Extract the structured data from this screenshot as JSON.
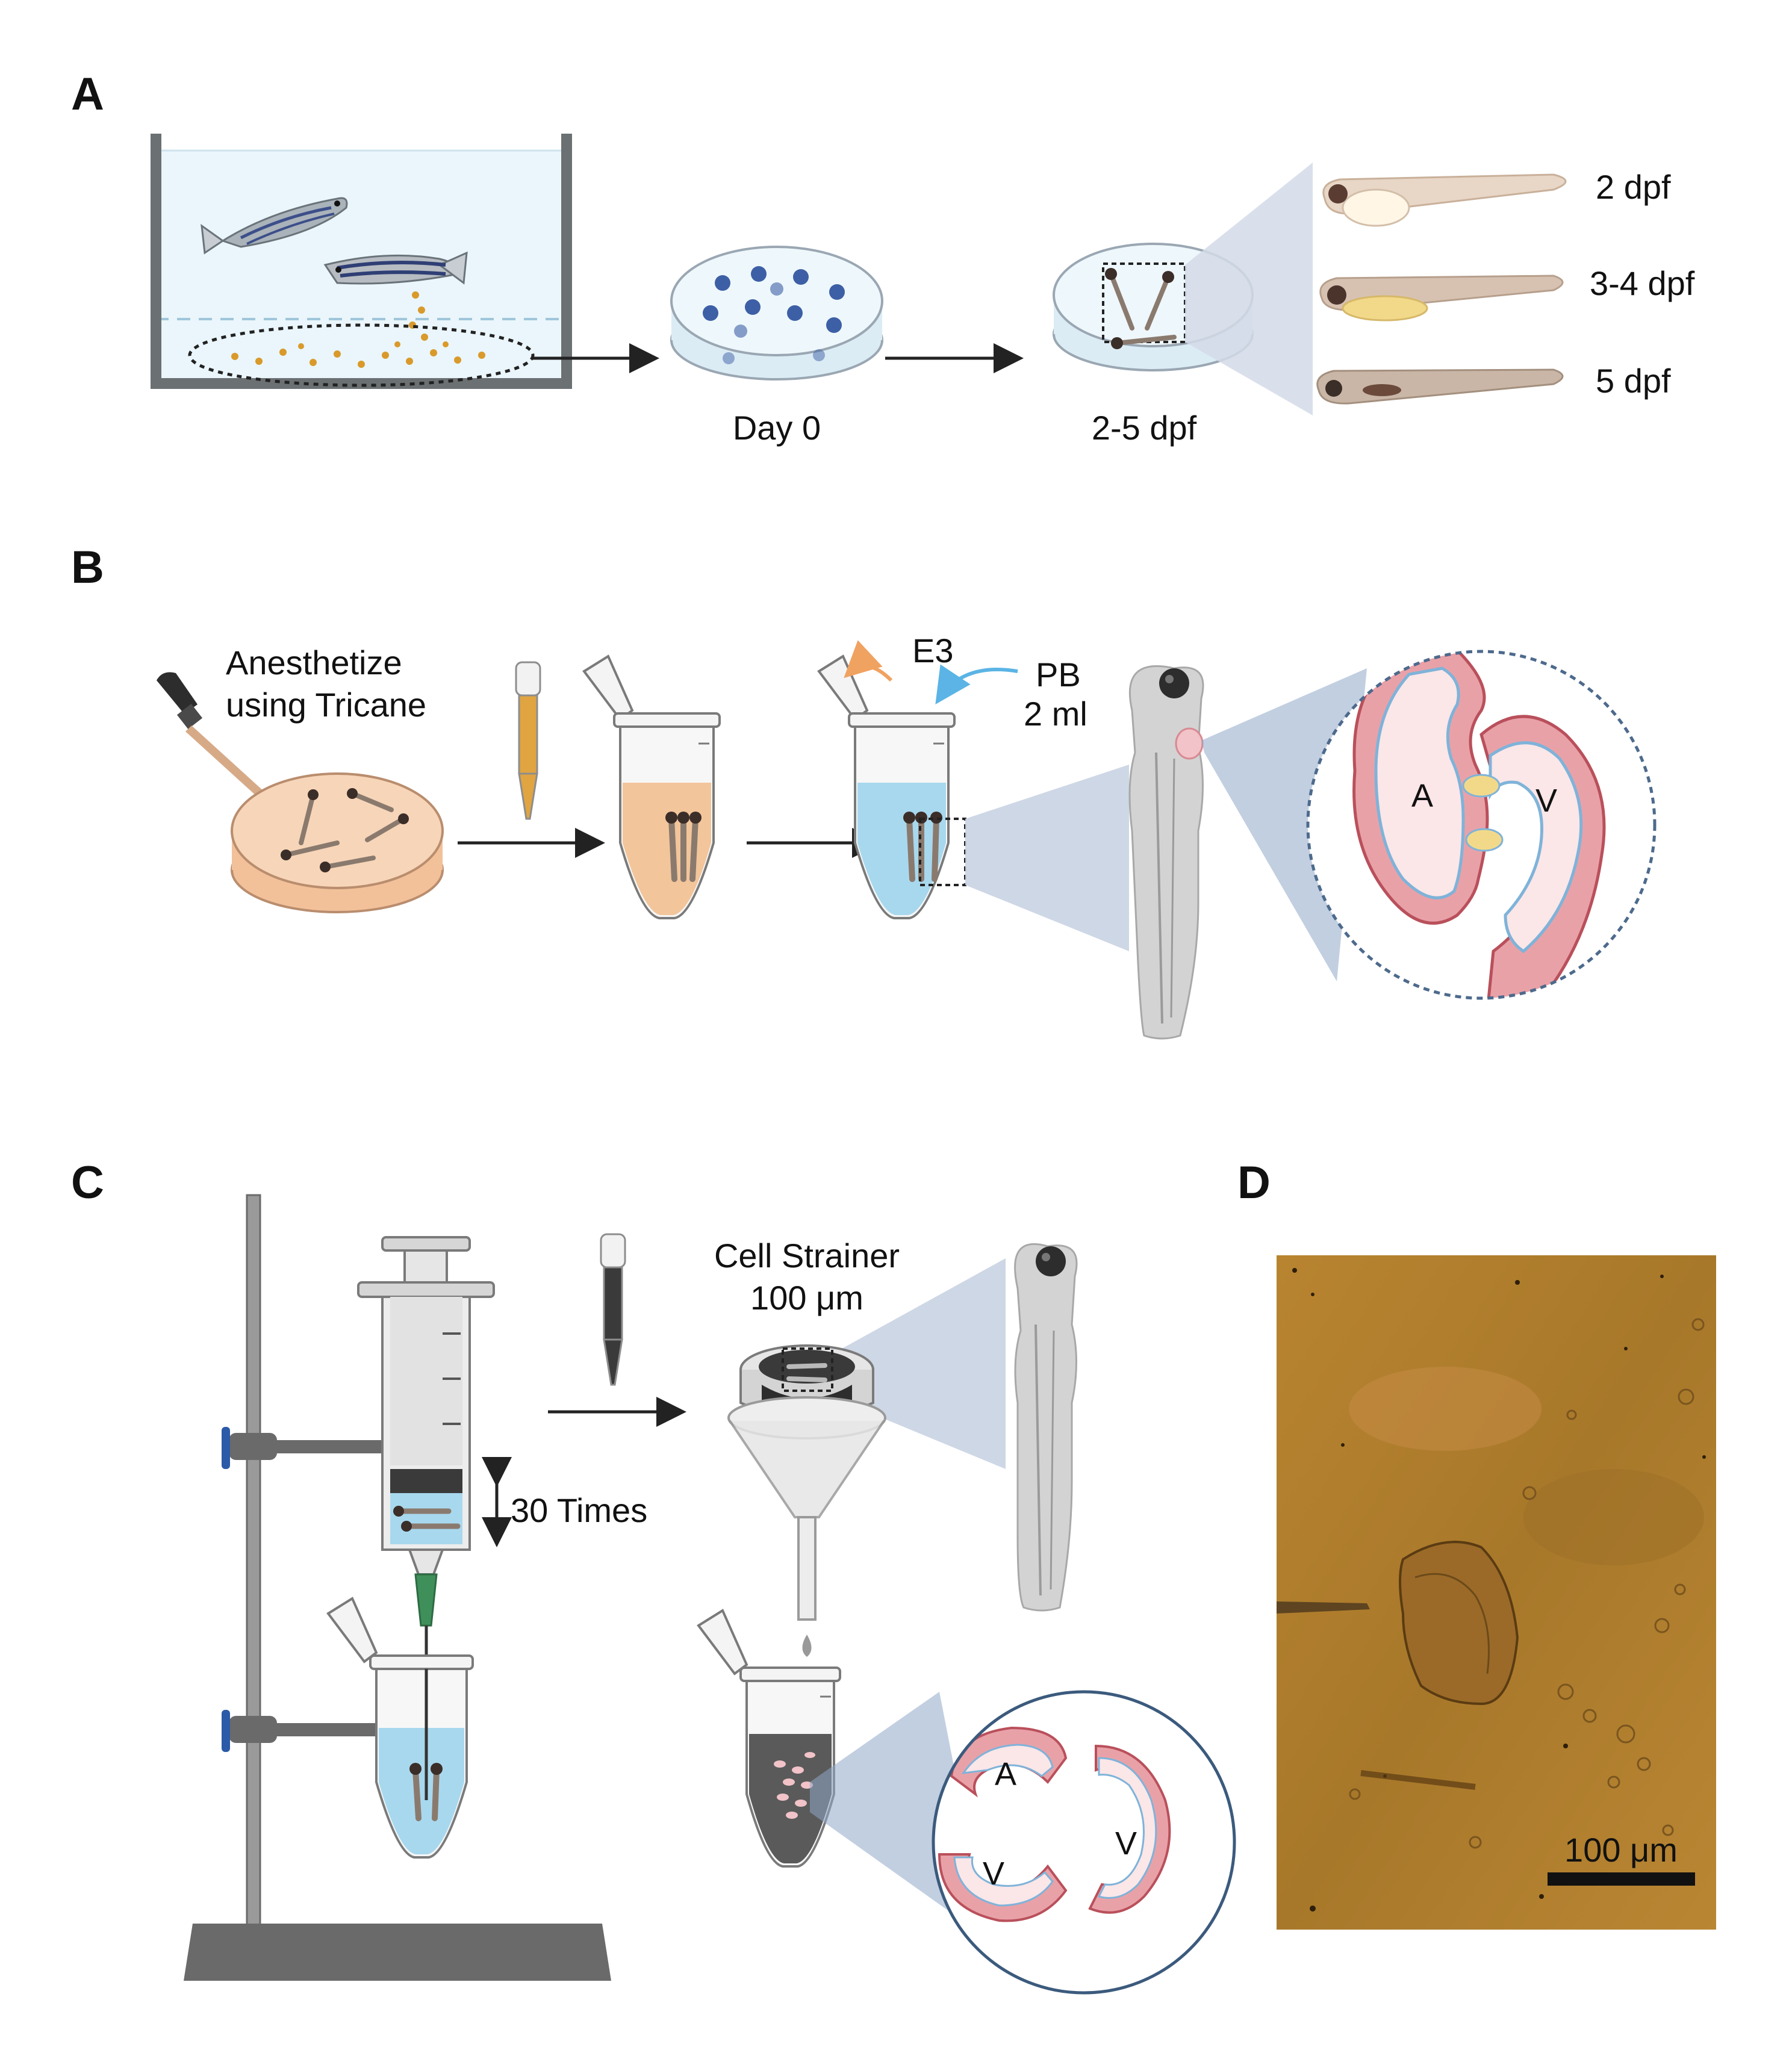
{
  "panels": {
    "A": {
      "letter": "A",
      "day0": "Day 0",
      "range": "2-5 dpf",
      "stages": [
        "2 dpf",
        "3-4 dpf",
        "5 dpf"
      ]
    },
    "B": {
      "letter": "B",
      "anesthetize_line1": "Anesthetize",
      "anesthetize_line2": "using Tricane",
      "e3": "E3",
      "pb_line1": "PB",
      "pb_line2": "2 ml",
      "atrium": "A",
      "ventricle": "V"
    },
    "C": {
      "letter": "C",
      "repeat": "30 Times",
      "strainer_line1": "Cell Strainer",
      "strainer_line2": "100 μm",
      "atrium": "A",
      "ventricle_1": "V",
      "ventricle_2": "V"
    },
    "D": {
      "letter": "D",
      "scale_label": "100 μm"
    }
  },
  "colors": {
    "arrow": "#222222",
    "tank_wall": "#6b7072",
    "water": "#eaf6fb",
    "egg": "#d99a2b",
    "dish_blue": "#3d5fa6",
    "orange_medium": "#f3c59b",
    "blue_medium": "#a8d8ee",
    "heart_tissue": "#e9a1a8",
    "heart_inner": "#fbe6e8",
    "endocardium": "#7fb3d9",
    "zoom_cone": "#c9d3e2",
    "micrograph_bg": "#b07d2a",
    "e3_arrow": "#f0a261",
    "pb_arrow": "#5bb4e5",
    "clamp_blue": "#2a5aa8",
    "needle_green": "#3f8f5b"
  }
}
